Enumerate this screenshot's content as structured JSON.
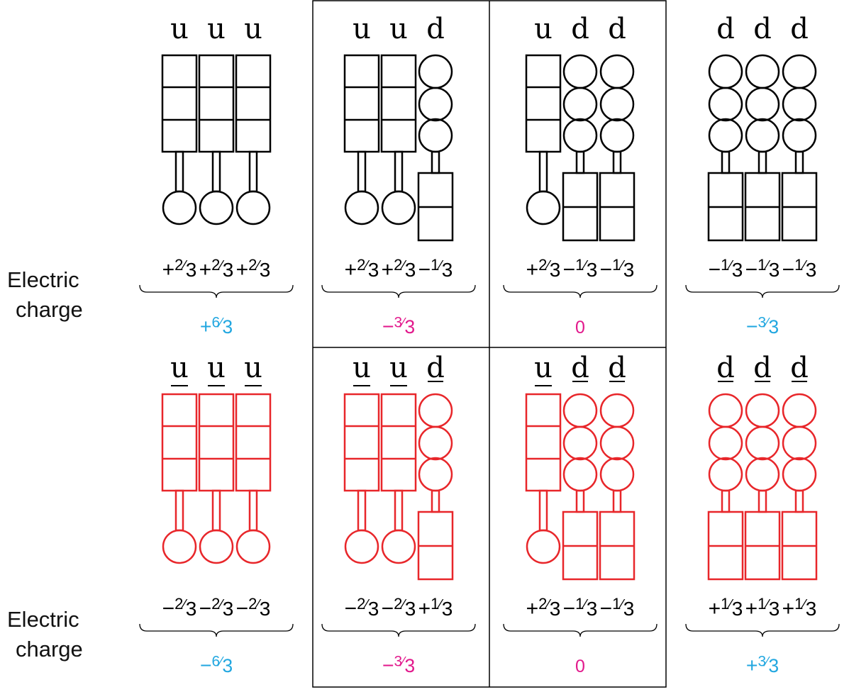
{
  "colors": {
    "matter": "#000000",
    "antimatter": "#e8262a",
    "total_blue": "#22a7e0",
    "total_magenta": "#e2198c"
  },
  "side_label": [
    "Electric",
    "charge"
  ],
  "rows": [
    {
      "kind": "matter",
      "groups": [
        {
          "quarks": [
            "u",
            "u",
            "u"
          ],
          "charges": [
            "+2/3",
            "+2/3",
            "+2/3"
          ],
          "total": "+6/3",
          "total_color": "blue"
        },
        {
          "quarks": [
            "u",
            "u",
            "d"
          ],
          "charges": [
            "+2/3",
            "+2/3",
            "−1/3"
          ],
          "total": "−3/3",
          "total_color": "magenta"
        },
        {
          "quarks": [
            "u",
            "d",
            "d"
          ],
          "charges": [
            "+2/3",
            "−1/3",
            "−1/3"
          ],
          "total": "0",
          "total_color": "magenta"
        },
        {
          "quarks": [
            "d",
            "d",
            "d"
          ],
          "charges": [
            "−1/3",
            "−1/3",
            "−1/3"
          ],
          "total": "−3/3",
          "total_color": "blue"
        }
      ]
    },
    {
      "kind": "antimatter",
      "groups": [
        {
          "quarks": [
            "u",
            "u",
            "u"
          ],
          "charges": [
            "−2/3",
            "−2/3",
            "−2/3"
          ],
          "total": "−6/3",
          "total_color": "blue"
        },
        {
          "quarks": [
            "u",
            "u",
            "d"
          ],
          "charges": [
            "−2/3",
            "−2/3",
            "+1/3"
          ],
          "total": "−3/3",
          "total_color": "magenta"
        },
        {
          "quarks": [
            "u",
            "d",
            "d"
          ],
          "charges": [
            "+2/3",
            "−1/3",
            "−1/3"
          ],
          "total": "0",
          "total_color": "magenta"
        },
        {
          "quarks": [
            "d",
            "d",
            "d"
          ],
          "charges": [
            "+1/3",
            "+1/3",
            "+1/3"
          ],
          "total": "+3/3",
          "total_color": "blue"
        }
      ]
    }
  ]
}
